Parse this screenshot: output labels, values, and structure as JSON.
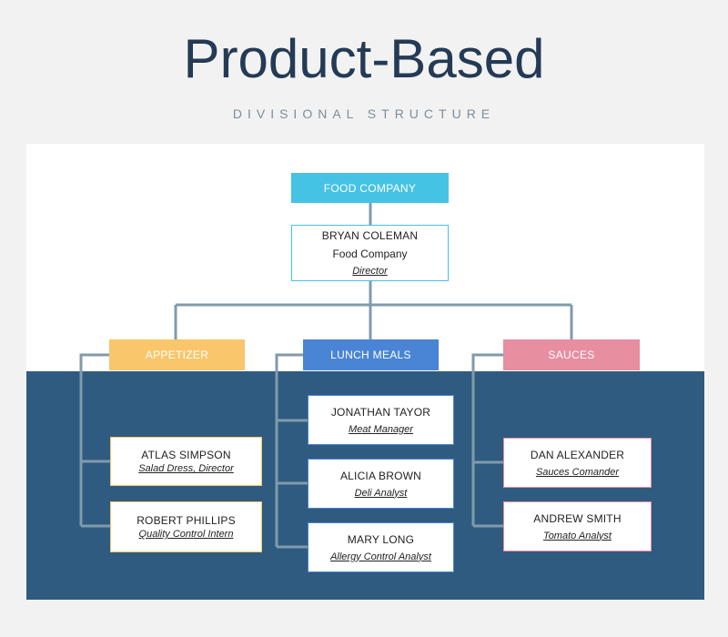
{
  "title": "Product-Based",
  "subtitle": "DIVISIONAL STRUCTURE",
  "colors": {
    "background": "#f2f2f2",
    "title": "#243a55",
    "top_header": "#45c3e4",
    "lower_panel": "#2f5b80",
    "appetizer": "#f9c66b",
    "lunch_meals": "#4a84d4",
    "sauces": "#e78ea0",
    "connector": "#7f9bab"
  },
  "top": {
    "header": "FOOD COMPANY",
    "name": "BRYAN COLEMAN",
    "org": "Food Company",
    "role": "Director"
  },
  "divisions": {
    "appetizer": {
      "header": "APPETIZER",
      "members": [
        {
          "name": "ATLAS SIMPSON",
          "role": "Salad Dress, Director"
        },
        {
          "name": "ROBERT PHILLIPS",
          "role": "Quality Control Intern"
        }
      ]
    },
    "lunch": {
      "header": "LUNCH MEALS",
      "members": [
        {
          "name": "JONATHAN TAYOR",
          "role": "Meat Manager"
        },
        {
          "name": "ALICIA BROWN",
          "role": "Deli Analyst"
        },
        {
          "name": "MARY LONG",
          "role": "Allergy Control Analyst"
        }
      ]
    },
    "sauces": {
      "header": "SAUCES",
      "members": [
        {
          "name": "DAN ALEXANDER",
          "role": "Sauces Comander"
        },
        {
          "name": "ANDREW SMITH",
          "role": "Tomato Analyst"
        }
      ]
    }
  }
}
